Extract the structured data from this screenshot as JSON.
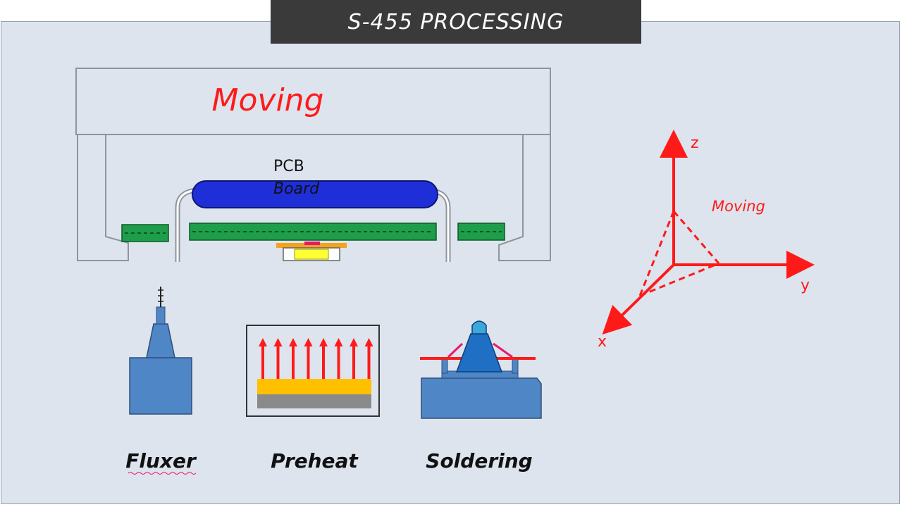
{
  "title": "S-455 PROCESSING",
  "machine": {
    "moving_label": "Moving",
    "pcb_label_line1": "PCB",
    "pcb_label_line2": "Board"
  },
  "stages": {
    "fluxer": "Fluxer",
    "preheat": "Preheat",
    "soldering": "Soldering"
  },
  "axes": {
    "z": "z",
    "y": "y",
    "x": "x",
    "moving_label": "Moving"
  },
  "colors": {
    "panel": "#dde4ee",
    "title_bar": "#3a3a3a",
    "red": "#ff1a1a",
    "board_blue": "#1f2fd8",
    "rail_green": "#1e9e4a",
    "stage_blue": "#4f86c6",
    "heater_yellow": "#ffc000"
  }
}
